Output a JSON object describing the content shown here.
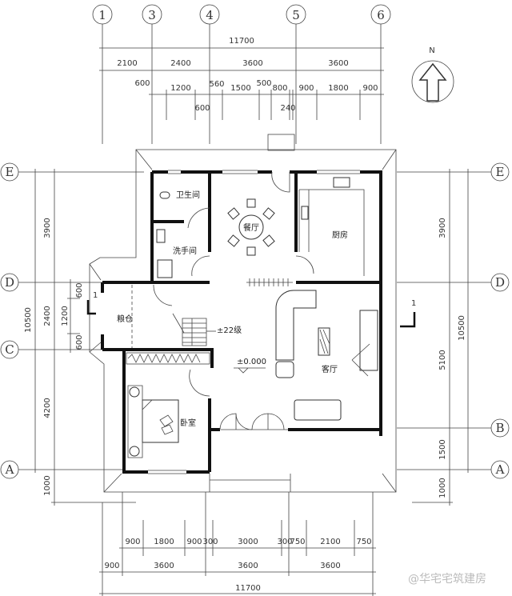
{
  "axes": {
    "columns": [
      "1",
      "3",
      "4",
      "5",
      "6"
    ],
    "rows_left": [
      "E",
      "D",
      "C",
      "A"
    ],
    "rows_right": [
      "E",
      "D",
      "B",
      "A"
    ]
  },
  "top_dims": {
    "total": "11700",
    "bays": [
      "2100",
      "2400",
      "3600",
      "3600"
    ],
    "details": [
      "600",
      "1200",
      "560",
      "1500",
      "500",
      "800",
      "900",
      "1800",
      "900"
    ],
    "below": [
      "600",
      "240"
    ]
  },
  "bottom_dims": {
    "details": [
      "900",
      "1800",
      "900",
      "300",
      "3000",
      "300",
      "750",
      "2100",
      "750"
    ],
    "bays": [
      "900",
      "3600",
      "3600",
      "3600"
    ],
    "total": "11700"
  },
  "left_dims": {
    "total": "10500",
    "bays": [
      "3900",
      "2400",
      "4200",
      "1000"
    ],
    "details": [
      "600",
      "1200",
      "600"
    ]
  },
  "right_dims": {
    "total": "10500",
    "bays": [
      "3900",
      "5100",
      "1500",
      "1000"
    ]
  },
  "rooms": {
    "bathroom": "卫生间",
    "washroom": "洗手间",
    "dining": "餐厅",
    "kitchen": "厨房",
    "granary": "粮仓",
    "stairs": "±22级",
    "elevation": "±0.000",
    "living": "客厅",
    "bedroom": "卧室"
  },
  "section_mark": "1",
  "north": "N",
  "watermark": "@华宅宅筑建房"
}
